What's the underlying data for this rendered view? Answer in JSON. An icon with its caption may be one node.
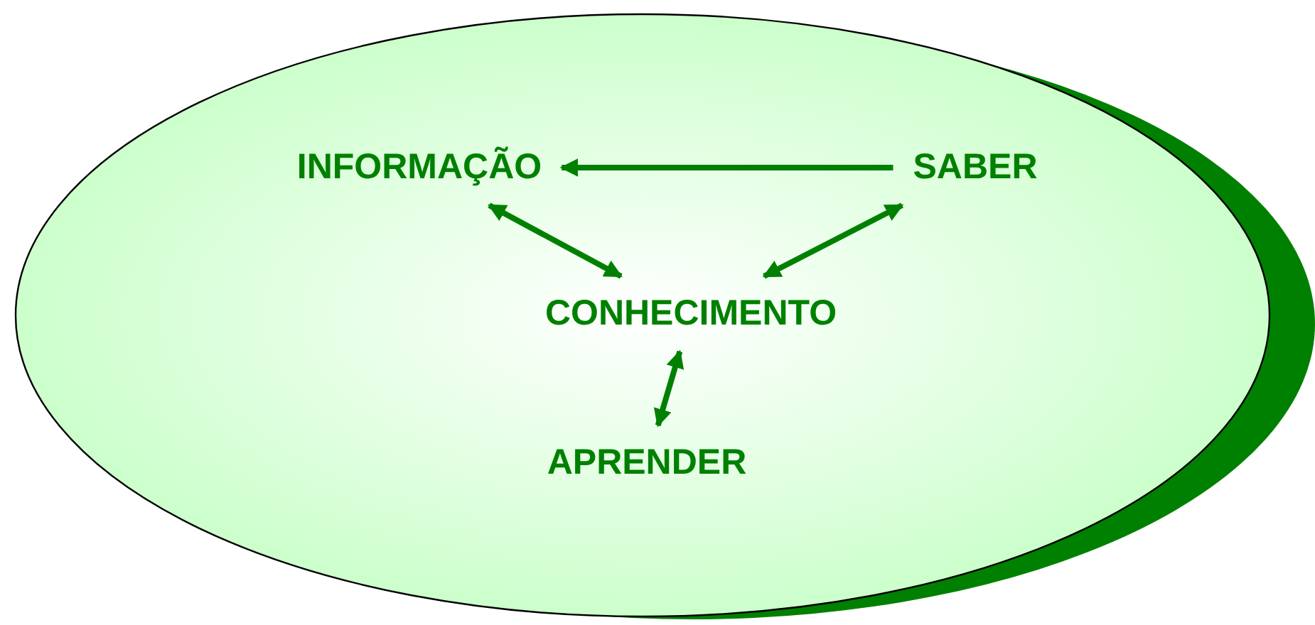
{
  "diagram": {
    "nodes": [
      {
        "text": [],
        "shape": "ellipse"
      },
      {
        "text": [
          "INFORMAÇÃO"
        ],
        "in": 0
      },
      {
        "text": [
          "SABER"
        ],
        "in": 0
      },
      {
        "text": [
          "CONHECIMENTO"
        ],
        "in": 0
      },
      {
        "text": [
          "APRENDER"
        ],
        "in": 0
      }
    ],
    "edges": [
      {
        "from": 2,
        "to": 1,
        "arrow": "to"
      },
      {
        "from": 1,
        "to": 3,
        "arrow": "both"
      },
      {
        "from": 2,
        "to": 3,
        "arrow": "both"
      },
      {
        "from": 3,
        "to": 4,
        "arrow": "both"
      }
    ]
  }
}
